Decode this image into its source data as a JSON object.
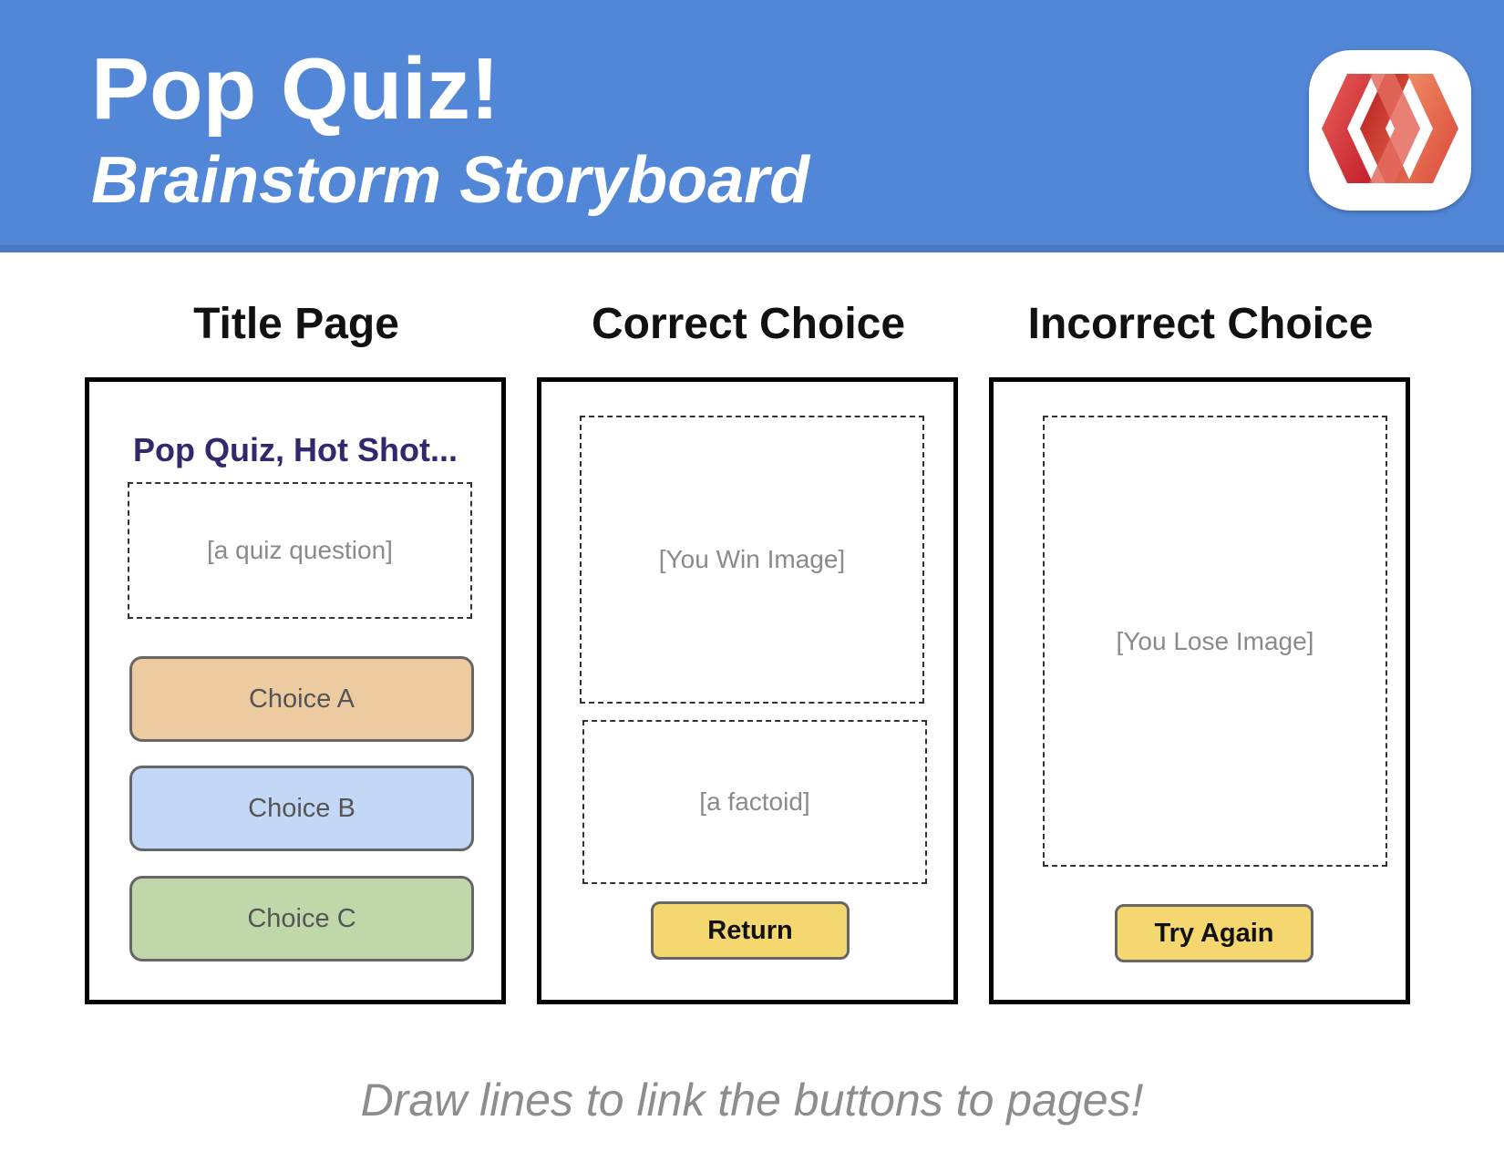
{
  "header": {
    "title": "Pop Quiz!",
    "subtitle": "Brainstorm Storyboard",
    "background_color": "#5287d8",
    "logo_icon": "stacked-chevron-logo-icon"
  },
  "columns": {
    "title_page": {
      "heading": "Title Page",
      "quiz_heading": "Pop Quiz, Hot Shot...",
      "question_placeholder": "[a quiz question]",
      "choices": [
        {
          "label": "Choice A",
          "color": "#edcba0"
        },
        {
          "label": "Choice B",
          "color": "#c3d8f6"
        },
        {
          "label": "Choice C",
          "color": "#c0d8a9"
        }
      ]
    },
    "correct_choice": {
      "heading": "Correct Choice",
      "image_placeholder": "[You Win Image]",
      "factoid_placeholder": "[a factoid]",
      "button_label": "Return"
    },
    "incorrect_choice": {
      "heading": "Incorrect Choice",
      "image_placeholder": "[You Lose Image]",
      "button_label": "Try Again"
    }
  },
  "footer": {
    "instruction": "Draw lines to link the buttons to pages!"
  },
  "colors": {
    "button_yellow": "#f5d770",
    "quiz_heading_purple": "#35276e"
  }
}
